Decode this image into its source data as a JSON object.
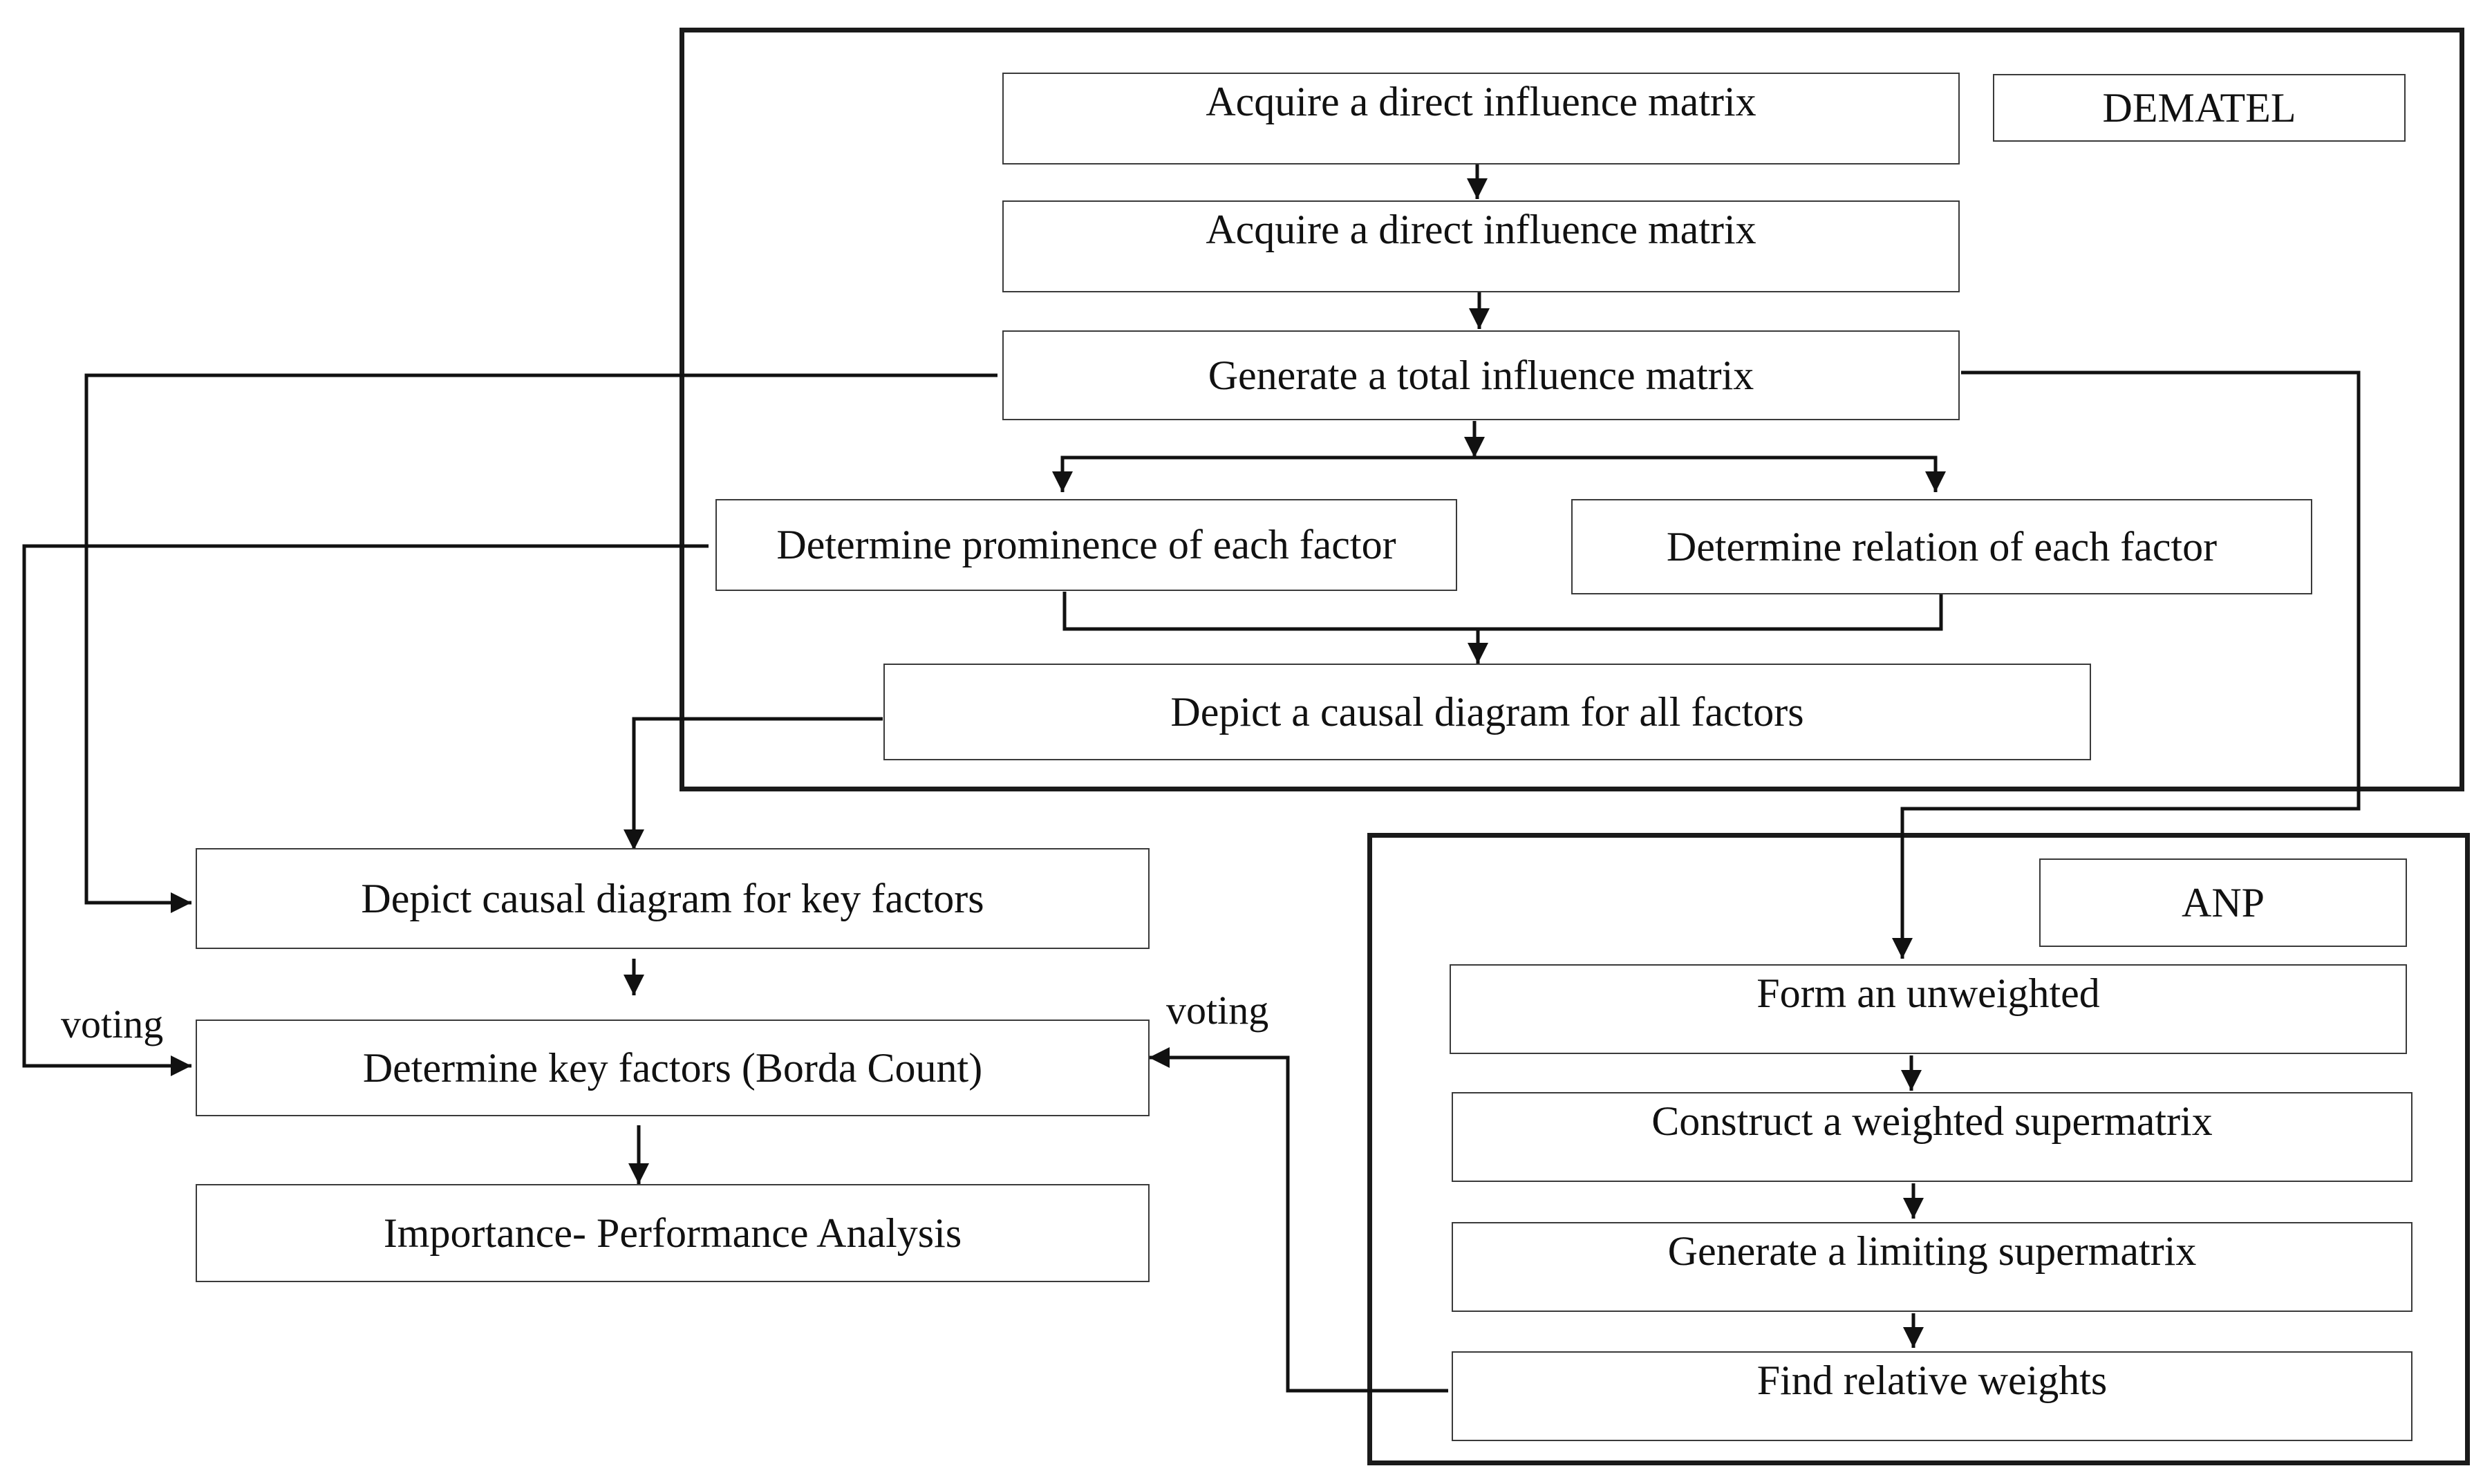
{
  "dematel": {
    "title": "DEMATEL",
    "steps": {
      "s1": "Acquire a direct influence matrix",
      "s2": "Acquire a direct influence matrix",
      "s3": "Generate a total influence matrix",
      "s4": "Determine prominence of each factor",
      "s5": "Determine relation of each factor",
      "s6": "Depict a causal diagram for all factors"
    }
  },
  "anp": {
    "title": "ANP",
    "steps": {
      "a1": "Form an unweighted",
      "a2": "Construct a weighted supermatrix",
      "a3": "Generate a limiting supermatrix",
      "a4": "Find relative weights"
    }
  },
  "main": {
    "m1": "Depict causal diagram for key factors",
    "m2": "Determine key factors (Borda Count)",
    "m3": "Importance- Performance Analysis"
  },
  "labels": {
    "voting_left": "voting",
    "voting_right": "voting"
  }
}
